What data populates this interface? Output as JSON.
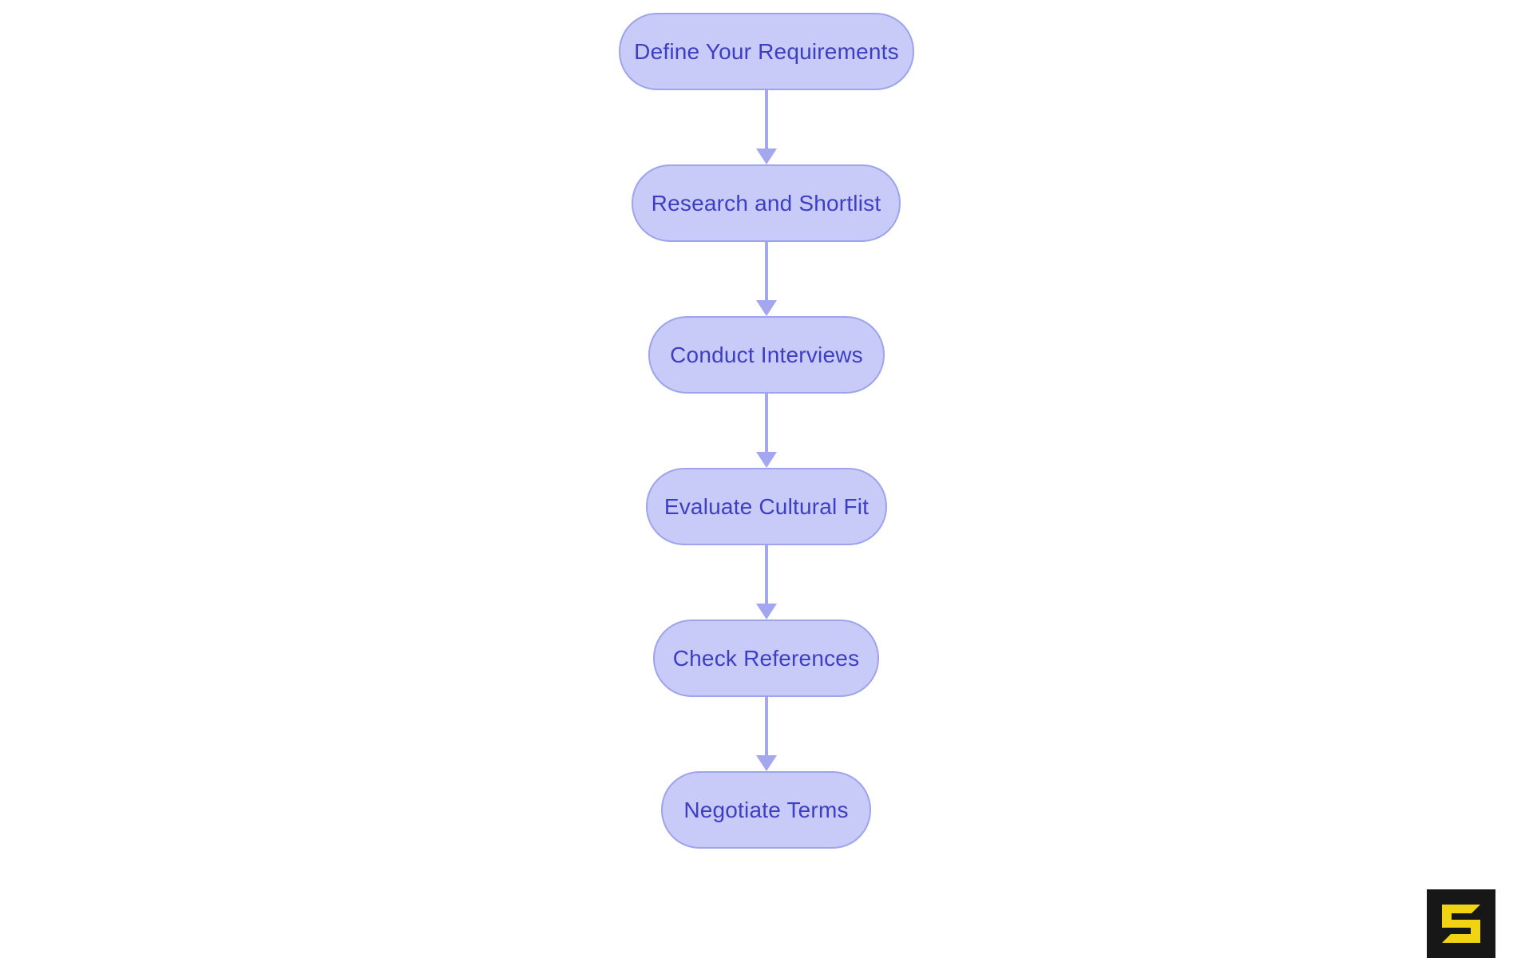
{
  "flowchart": {
    "nodes": [
      {
        "label": "Define Your Requirements"
      },
      {
        "label": "Research and Shortlist"
      },
      {
        "label": "Conduct Interviews"
      },
      {
        "label": "Evaluate Cultural Fit"
      },
      {
        "label": "Check References"
      },
      {
        "label": "Negotiate Terms"
      }
    ],
    "flow_direction": "top-to-bottom",
    "colors": {
      "node_fill": "#c8caf8",
      "node_border": "#9ea4ec",
      "node_text": "#3d3fc3",
      "arrow": "#a2a7f0"
    }
  },
  "logo": {
    "icon": "s-logo-icon",
    "glyph": "S",
    "background": "#171717",
    "glyph_color": "#f0d414"
  }
}
